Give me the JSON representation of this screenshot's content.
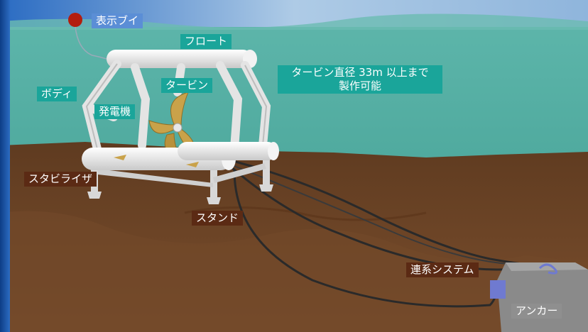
{
  "labels": {
    "marker_buoy": "表示ブイ",
    "float": "フロート",
    "body": "ボディ",
    "turbine": "タービン",
    "generator": "発電機",
    "turbine_size_line1": "タービン直径 33m 以上まで",
    "turbine_size_line2": "製作可能",
    "stabilizer": "スタビライザ",
    "stand": "スタンド",
    "grid_connection": "連系システム",
    "anchor": "アンカー"
  },
  "colors": {
    "water": "#4aa79a",
    "surface": "#9fc4df",
    "seabed": "#6b4326",
    "structure": "#e6e6e6",
    "blade": "#c9a24a",
    "label_teal": "#1aa59a",
    "label_brown": "#5b2a14",
    "label_blue": "#5b8ed6",
    "buoy": "#b31d0e",
    "anchor_block": "#8a8a8a"
  }
}
